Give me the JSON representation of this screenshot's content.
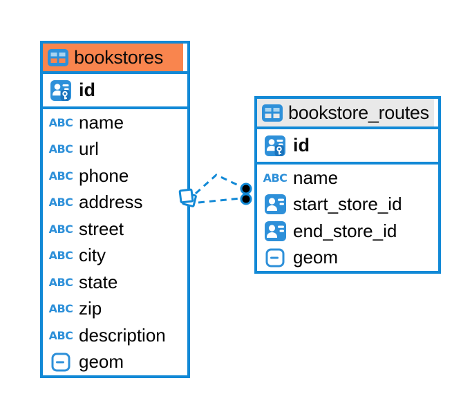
{
  "icons": {
    "text_type": "ABC"
  },
  "colors": {
    "accent_blue": "#1289d6",
    "icon_blue": "#2e90d9",
    "selected_header_orange": "#f9854e",
    "header_gray": "#e9e9e9",
    "connector_dot_black": "#000000"
  },
  "diagram": {
    "tables": [
      {
        "title": "bookstores",
        "columns": [
          {
            "name": "id",
            "type": "primary-key"
          },
          {
            "name": "name",
            "type": "text"
          },
          {
            "name": "url",
            "type": "text"
          },
          {
            "name": "phone",
            "type": "text"
          },
          {
            "name": "address",
            "type": "text"
          },
          {
            "name": "street",
            "type": "text"
          },
          {
            "name": "city",
            "type": "text"
          },
          {
            "name": "state",
            "type": "text"
          },
          {
            "name": "zip",
            "type": "text"
          },
          {
            "name": "description",
            "type": "text"
          },
          {
            "name": "geom",
            "type": "geometry"
          }
        ]
      },
      {
        "title": "bookstore_routes",
        "columns": [
          {
            "name": "id",
            "type": "primary-key"
          },
          {
            "name": "name",
            "type": "text"
          },
          {
            "name": "start_store_id",
            "type": "foreign-key"
          },
          {
            "name": "end_store_id",
            "type": "foreign-key"
          },
          {
            "name": "geom",
            "type": "geometry"
          }
        ]
      }
    ],
    "relationship": {
      "between": [
        "bookstores",
        "bookstore_routes"
      ],
      "line_style": "dashed"
    }
  }
}
